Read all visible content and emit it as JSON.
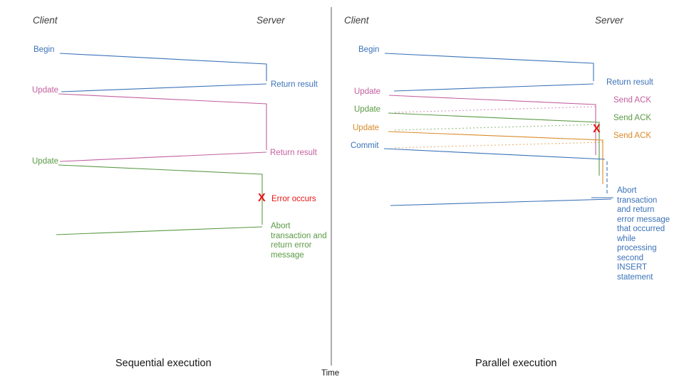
{
  "colors": {
    "blue": "#3a72b8",
    "pink": "#c2609e",
    "green": "#5a9a44",
    "orange": "#da8a2a",
    "red": "#e81414",
    "axis": "#5a5a5a"
  },
  "left": {
    "caption": "Sequential execution",
    "client_header": "Client",
    "server_header": "Server",
    "messages": {
      "begin": "Begin",
      "return_result_1": "Return result",
      "update_1": "Update",
      "return_result_2": "Return result",
      "update_2": "Update",
      "error_x": "X",
      "error": "Error occurs",
      "abort": "Abort transaction and return error message"
    }
  },
  "right": {
    "caption": "Parallel execution",
    "client_header": "Client",
    "server_header": "Server",
    "messages": {
      "begin": "Begin",
      "return_result": "Return result",
      "update_1": "Update",
      "send_ack_1": "Send ACK",
      "update_2": "Update",
      "send_ack_2": "Send ACK",
      "update_3": "Update",
      "send_ack_3": "Send ACK",
      "commit": "Commit",
      "error_x": "X",
      "abort": "Abort transaction and return error message that occurred while processing second INSERT statement"
    }
  },
  "time_axis": {
    "label": "Time"
  }
}
